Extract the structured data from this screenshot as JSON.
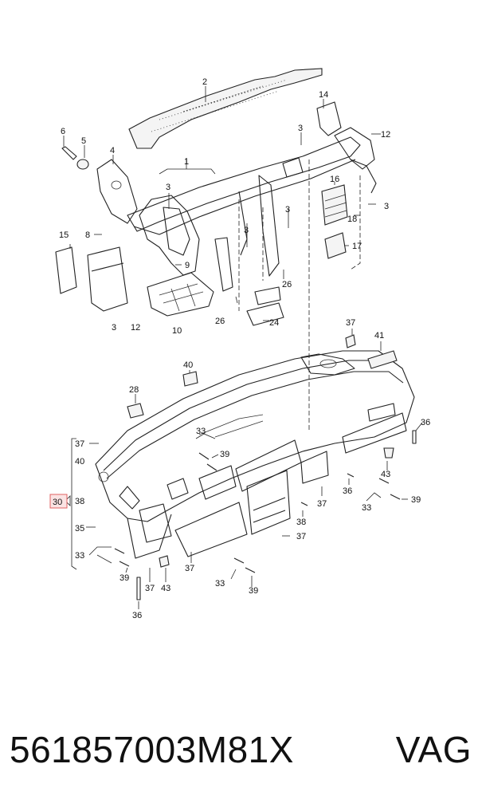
{
  "callouts": [
    {
      "id": "c2",
      "text": "2"
    },
    {
      "id": "c14",
      "text": "14"
    },
    {
      "id": "c6",
      "text": "6"
    },
    {
      "id": "c5",
      "text": "5"
    },
    {
      "id": "c4",
      "text": "4"
    },
    {
      "id": "c1",
      "text": "1"
    },
    {
      "id": "c3a",
      "text": "3"
    },
    {
      "id": "c12a",
      "text": "12"
    },
    {
      "id": "c3b",
      "text": "3"
    },
    {
      "id": "c16",
      "text": "16"
    },
    {
      "id": "c18",
      "text": "18"
    },
    {
      "id": "c3c",
      "text": "3"
    },
    {
      "id": "c8",
      "text": "8"
    },
    {
      "id": "c3d",
      "text": "3"
    },
    {
      "id": "c3e",
      "text": "3"
    },
    {
      "id": "c17",
      "text": "17"
    },
    {
      "id": "c15",
      "text": "15"
    },
    {
      "id": "c9",
      "text": "9"
    },
    {
      "id": "c26a",
      "text": "26"
    },
    {
      "id": "c3f",
      "text": "3"
    },
    {
      "id": "c12b",
      "text": "12"
    },
    {
      "id": "c10",
      "text": "10"
    },
    {
      "id": "c26b",
      "text": "26"
    },
    {
      "id": "c24",
      "text": "24"
    },
    {
      "id": "c37a",
      "text": "37"
    },
    {
      "id": "c41",
      "text": "41"
    },
    {
      "id": "c40a",
      "text": "40"
    },
    {
      "id": "c28",
      "text": "28"
    },
    {
      "id": "c36a",
      "text": "36"
    },
    {
      "id": "c33a",
      "text": "33"
    },
    {
      "id": "c39a",
      "text": "39"
    },
    {
      "id": "c37b",
      "text": "37"
    },
    {
      "id": "c40b",
      "text": "40"
    },
    {
      "id": "c43a",
      "text": "43"
    },
    {
      "id": "c30",
      "text": "30"
    },
    {
      "id": "c38a",
      "text": "38"
    },
    {
      "id": "c36b",
      "text": "36"
    },
    {
      "id": "c37c",
      "text": "37"
    },
    {
      "id": "c33b",
      "text": "33"
    },
    {
      "id": "c39b",
      "text": "39"
    },
    {
      "id": "c38b",
      "text": "38"
    },
    {
      "id": "c35",
      "text": "35"
    },
    {
      "id": "c37d",
      "text": "37"
    },
    {
      "id": "c33c",
      "text": "33"
    },
    {
      "id": "c39c",
      "text": "39"
    },
    {
      "id": "c37e",
      "text": "37"
    },
    {
      "id": "c43b",
      "text": "43"
    },
    {
      "id": "c37f",
      "text": "37"
    },
    {
      "id": "c33d",
      "text": "33"
    },
    {
      "id": "c39d",
      "text": "39"
    },
    {
      "id": "c36c",
      "text": "36"
    }
  ],
  "footer": {
    "part_number": "561857003M81X",
    "brand": "VAG"
  },
  "colors": {
    "highlight_border": "#e06060",
    "highlight_fill": "#fbe3e3",
    "line": "#222222"
  }
}
